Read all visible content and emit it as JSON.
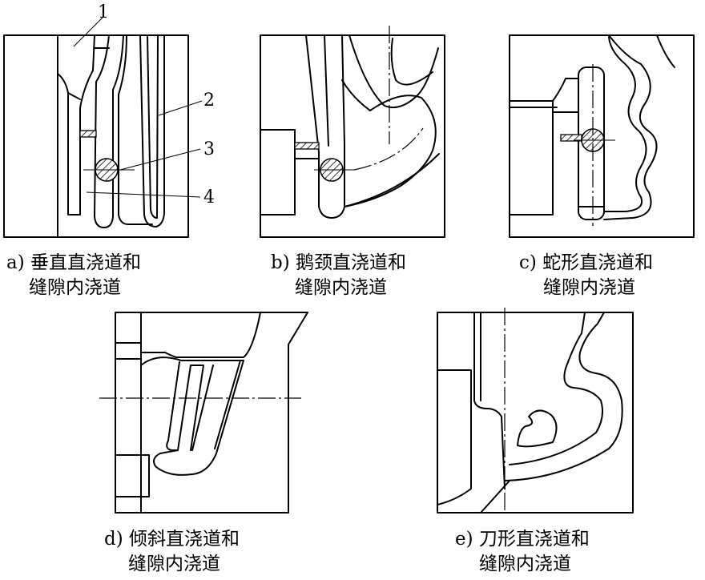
{
  "callouts": [
    "1",
    "2",
    "3",
    "4"
  ],
  "captions": {
    "a": [
      "a) 垂直直浇道和",
      "缝隙内浇道"
    ],
    "b": [
      "b) 鹅颈直浇道和",
      "缝隙内浇道"
    ],
    "c": [
      "c) 蛇形直浇道和",
      "缝隙内浇道"
    ],
    "d": [
      "d) 倾斜直浇道和",
      "缝隙内浇道"
    ],
    "e": [
      "e) 刀形直浇道和",
      "缝隙内浇道"
    ]
  }
}
